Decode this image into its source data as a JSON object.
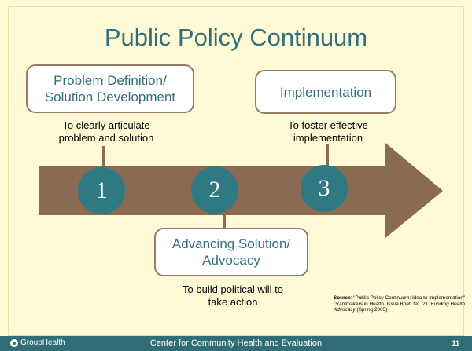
{
  "slide": {
    "title": "Public Policy Continuum",
    "stages": [
      {
        "number": "1",
        "name_lines": [
          "Problem Definition/",
          "Solution Development"
        ],
        "goal_lines": [
          "To clearly articulate",
          "problem and solution"
        ]
      },
      {
        "number": "2",
        "name_lines": [
          "Advancing Solution/",
          "Advocacy"
        ],
        "goal_lines": [
          "To build political will to",
          "take action"
        ]
      },
      {
        "number": "3",
        "name_lines": [
          "Implementation"
        ],
        "goal_lines": [
          "To foster effective",
          "implementation"
        ]
      }
    ],
    "source": {
      "label": "Source",
      "text": ": \"Public Policy Continuum: Idea to Implementation\" Grantmakers in Health. Issue Brief, No. 21. ",
      "italic": "Funding Health Advocacy",
      "tail": " (Spring 2005)"
    }
  },
  "footer": {
    "brand": "GroupHealth",
    "center": "Center for Community Health and Evaluation",
    "page": "11"
  },
  "colors": {
    "background": "#fffad6",
    "arrow": "#8a6a52",
    "circle": "#2f7a82",
    "title": "#336f7a",
    "footer": "#316d77"
  }
}
